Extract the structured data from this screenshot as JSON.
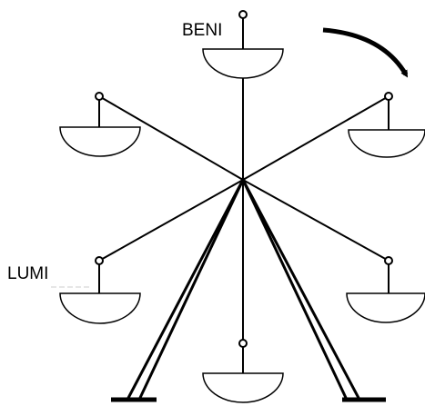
{
  "labels": {
    "top_seat": "BENI",
    "left_seat": "LUMI"
  },
  "rotation_direction": "clockwise",
  "seat_count": 6,
  "colors": {
    "stroke": "#000000",
    "background": "#ffffff"
  }
}
